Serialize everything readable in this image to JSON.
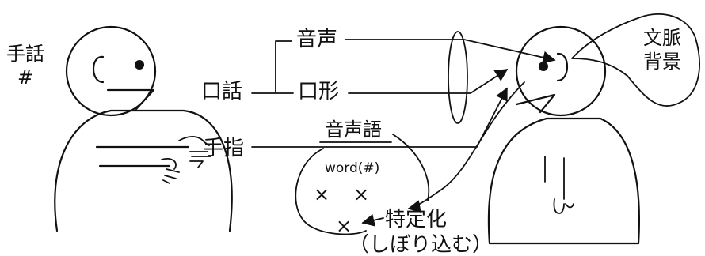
{
  "signer": {
    "label_sign": "手話",
    "label_hash": "#"
  },
  "channels": {
    "speech_sound": "音声",
    "oral_speech": "口話",
    "mouth_shape": "口形",
    "fingers": "手指"
  },
  "vocabulary": {
    "spoken_words": "音声語",
    "word_label": "word(#)",
    "mark": "×"
  },
  "specification": {
    "label": "特定化",
    "note": "（しぼり込む）"
  },
  "receiver": {
    "context_line1": "文脈",
    "context_line2": "背景"
  }
}
